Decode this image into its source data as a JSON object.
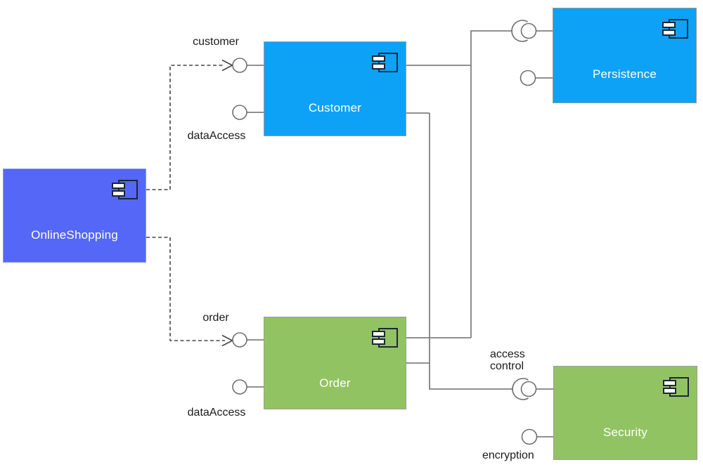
{
  "diagram": {
    "type": "uml-component-diagram",
    "components": [
      {
        "name": "OnlineShopping",
        "fill": "#5567f6"
      },
      {
        "name": "Customer",
        "fill": "#0da2f6"
      },
      {
        "name": "Order",
        "fill": "#92c363"
      },
      {
        "name": "Persistence",
        "fill": "#0da2f6"
      },
      {
        "name": "Security",
        "fill": "#92c363"
      }
    ],
    "interface_labels": {
      "customer": "customer",
      "customer_data_access": "dataAccess",
      "order": "order",
      "order_data_access": "dataAccess",
      "access_control": "access control",
      "encryption": "encryption"
    },
    "colors": {
      "purple_component": "#5567f6",
      "azure_component": "#0da2f6",
      "green_component": "#92c363",
      "solid_connector": "#808080",
      "dashed_connector": "#444444",
      "port_stroke": "#6f6f6f",
      "label_text": "#1a1a1a",
      "component_text": "#ffffff"
    }
  }
}
